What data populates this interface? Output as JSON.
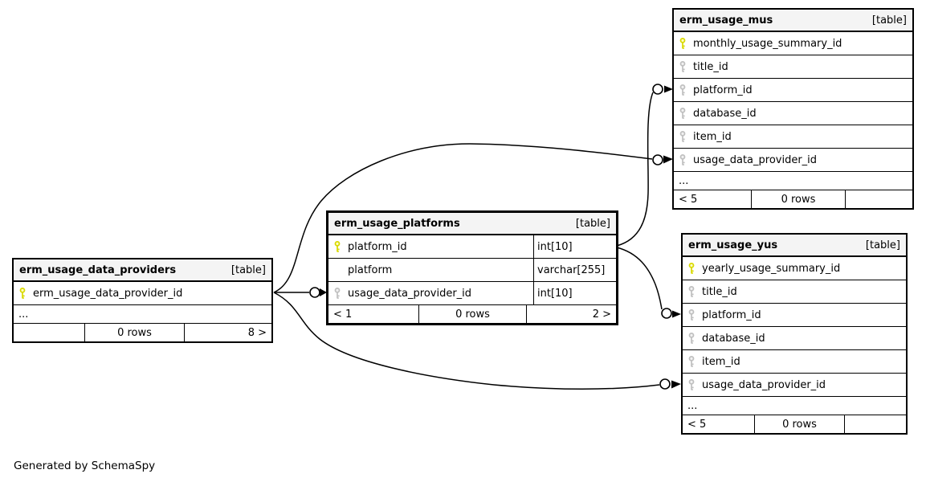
{
  "note": "Generated by SchemaSpy",
  "tables": {
    "data_providers": {
      "name": "erm_usage_data_providers",
      "type_label": "[table]",
      "columns": [
        {
          "name": "erm_usage_data_provider_id",
          "key": "primary"
        }
      ],
      "ellipsis": "...",
      "footer": {
        "left": "",
        "center": "0 rows",
        "right": "8 >"
      }
    },
    "platforms": {
      "name": "erm_usage_platforms",
      "type_label": "[table]",
      "columns": [
        {
          "name": "platform_id",
          "key": "primary",
          "type": "int[10]"
        },
        {
          "name": "platform",
          "key": "none",
          "type": "varchar[255]"
        },
        {
          "name": "usage_data_provider_id",
          "key": "foreign",
          "type": "int[10]"
        }
      ],
      "footer": {
        "left": "< 1",
        "center": "0 rows",
        "right": "2 >"
      }
    },
    "mus": {
      "name": "erm_usage_mus",
      "type_label": "[table]",
      "columns": [
        {
          "name": "monthly_usage_summary_id",
          "key": "primary"
        },
        {
          "name": "title_id",
          "key": "foreign"
        },
        {
          "name": "platform_id",
          "key": "foreign"
        },
        {
          "name": "database_id",
          "key": "foreign"
        },
        {
          "name": "item_id",
          "key": "foreign"
        },
        {
          "name": "usage_data_provider_id",
          "key": "foreign"
        }
      ],
      "ellipsis": "...",
      "footer": {
        "left": "< 5",
        "center": "0 rows",
        "right": ""
      }
    },
    "yus": {
      "name": "erm_usage_yus",
      "type_label": "[table]",
      "columns": [
        {
          "name": "yearly_usage_summary_id",
          "key": "primary"
        },
        {
          "name": "title_id",
          "key": "foreign"
        },
        {
          "name": "platform_id",
          "key": "foreign"
        },
        {
          "name": "database_id",
          "key": "foreign"
        },
        {
          "name": "item_id",
          "key": "foreign"
        },
        {
          "name": "usage_data_provider_id",
          "key": "foreign"
        }
      ],
      "ellipsis": "...",
      "footer": {
        "left": "< 5",
        "center": "0 rows",
        "right": ""
      }
    }
  },
  "relationships": [
    {
      "from": "erm_usage_data_providers.erm_usage_data_provider_id",
      "to": "erm_usage_platforms.usage_data_provider_id"
    },
    {
      "from": "erm_usage_data_providers.erm_usage_data_provider_id",
      "to": "erm_usage_mus.usage_data_provider_id"
    },
    {
      "from": "erm_usage_data_providers.erm_usage_data_provider_id",
      "to": "erm_usage_yus.usage_data_provider_id"
    },
    {
      "from": "erm_usage_platforms.platform_id",
      "to": "erm_usage_mus.platform_id"
    },
    {
      "from": "erm_usage_platforms.platform_id",
      "to": "erm_usage_yus.platform_id"
    }
  ],
  "key_colors": {
    "primary": "#d9d900",
    "foreign": "#c0c0c0"
  }
}
